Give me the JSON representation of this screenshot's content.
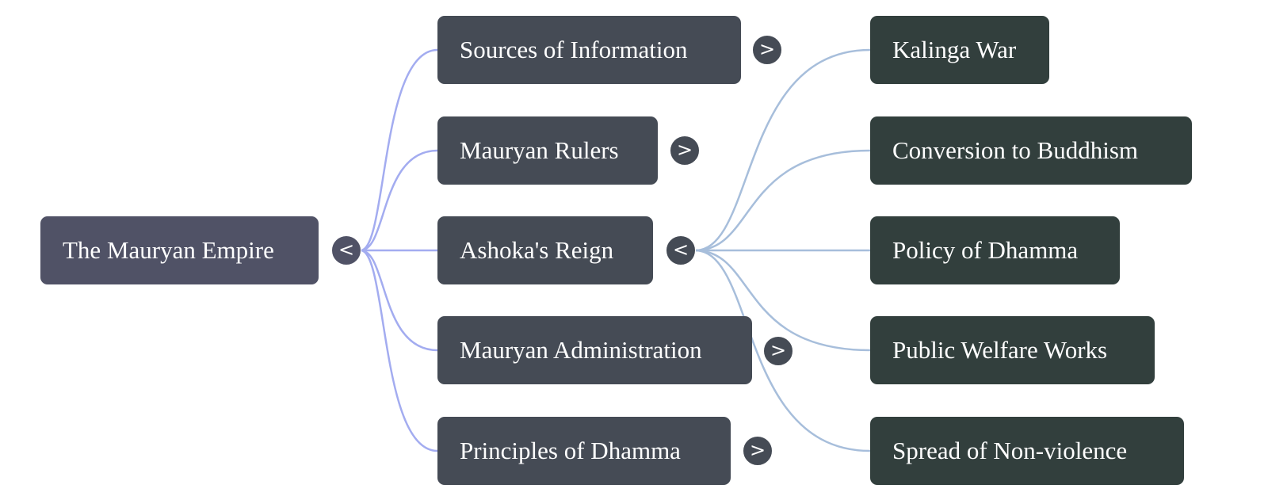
{
  "mindmap": {
    "root": {
      "label": "The Mauryan Empire",
      "toggle": "<"
    },
    "branches": [
      {
        "label": "Sources of Information",
        "toggle": ">"
      },
      {
        "label": "Mauryan Rulers",
        "toggle": ">"
      },
      {
        "label": "Ashoka's Reign",
        "toggle": "<"
      },
      {
        "label": "Mauryan Administration",
        "toggle": ">"
      },
      {
        "label": "Principles of Dhamma",
        "toggle": ">"
      }
    ],
    "ashoka_children": [
      {
        "label": "Kalinga War"
      },
      {
        "label": "Conversion to Buddhism"
      },
      {
        "label": "Policy of Dhamma"
      },
      {
        "label": "Public Welfare Works"
      },
      {
        "label": "Spread of Non-violence"
      }
    ],
    "colors": {
      "root_node": "#505266",
      "branch_node": "#454b55",
      "leaf_node": "#323f3d",
      "root_edge": "#a3acf0",
      "ashoka_edge": "#a7bedb"
    }
  }
}
